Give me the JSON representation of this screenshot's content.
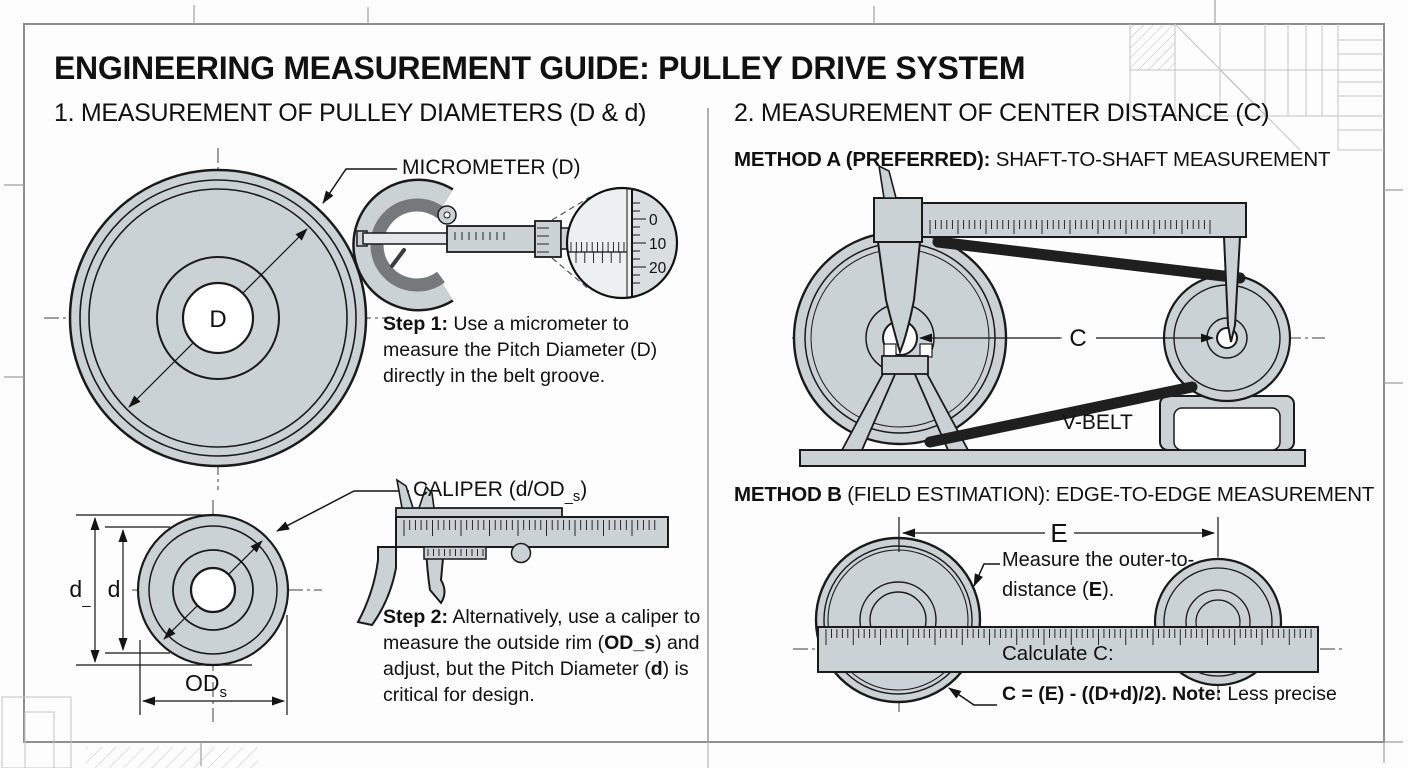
{
  "colors": {
    "pulley": "#cbd2d6",
    "outline": "#1a1a1a",
    "belt": "#1f1f1f",
    "frame_border": "#8f8f8f",
    "decor": "#c4c4c4",
    "text": "#111111",
    "background": "#fdfdfd"
  },
  "title": "ENGINEERING MEASUREMENT GUIDE: PULLEY DRIVE SYSTEM",
  "left": {
    "heading": "1. MEASUREMENT OF PULLEY DIAMETERS (D & d)",
    "micrometer_label": "MICROMETER (D)",
    "inset": {
      "ticks": [
        "0",
        "10",
        "20"
      ]
    },
    "large_pulley": {
      "center_label": "D"
    },
    "step1": {
      "label": "Step 1:",
      "text": " Use a micrometer to measure the Pitch Diameter (D) directly in the belt groove."
    },
    "caliper_label": {
      "pre": "CALIPER (d/OD",
      "sub": "_s",
      "post": ")"
    },
    "small_pulley": {
      "outer_dim": "d",
      "outer_dim_sub": "_",
      "inner_dim": "d",
      "od_dim": "OD",
      "od_dim_sub": "s"
    },
    "step2": {
      "label": "Step 2:",
      "t1": " Alternatively, use a caliper to measure the outside rim (",
      "b1": "OD_s",
      "t2": ") and adjust, but the Pitch Diameter (",
      "b2": "d",
      "t3": ") is critical for design."
    }
  },
  "right": {
    "heading": "2. MEASUREMENT OF CENTER DISTANCE (C)",
    "method_a": {
      "label": "METHOD A (PREFERRED):",
      "text": " SHAFT-TO-SHAFT MEASUREMENT",
      "center_label": "C",
      "belt_label": "V-BELT"
    },
    "method_b": {
      "label": "METHOD B",
      "text": " (FIELD ESTIMATION): EDGE-TO-EDGE MEASUREMENT",
      "e_label": "E",
      "note_line1": "Measure the outer-to-",
      "note_line2_pre": "distance (",
      "note_line2_b": "E",
      "note_line2_post": ").",
      "calc_label": "Calculate C:",
      "formula_bold": "C = (E) - ((D+d)/2). Note:",
      "formula_rest": " Less precise"
    }
  }
}
